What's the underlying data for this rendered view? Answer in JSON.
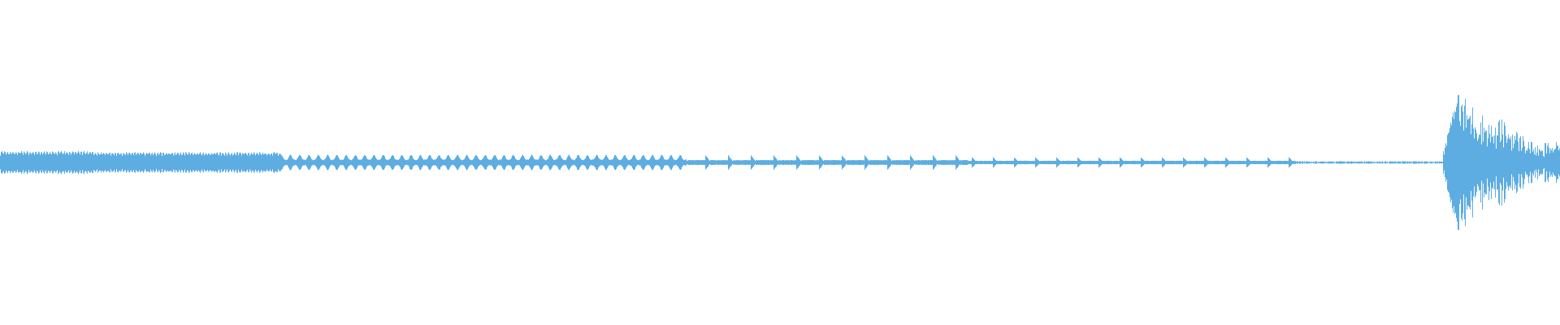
{
  "waveform": {
    "color": "#5DADE2",
    "background": "#ffffff",
    "amplitude_profile": {
      "comment_free_values": true,
      "segments": [
        {
          "start": 0.0,
          "end": 0.06,
          "level": 0.055,
          "pattern": "dense"
        },
        {
          "start": 0.06,
          "end": 0.18,
          "level": 0.05,
          "pattern": "dense"
        },
        {
          "start": 0.18,
          "end": 0.44,
          "level": 0.04,
          "pattern": "pulsed"
        },
        {
          "start": 0.44,
          "end": 0.62,
          "level": 0.035,
          "pattern": "pulsed-sparse"
        },
        {
          "start": 0.62,
          "end": 0.83,
          "level": 0.025,
          "pattern": "pulsed-sparse"
        },
        {
          "start": 0.83,
          "end": 0.925,
          "level": 0.01,
          "pattern": "faint"
        },
        {
          "start": 0.925,
          "end": 0.935,
          "level": 0.12,
          "pattern": "attack"
        },
        {
          "start": 0.935,
          "end": 0.96,
          "level": 0.52,
          "pattern": "burst"
        },
        {
          "start": 0.96,
          "end": 0.99,
          "level": 0.26,
          "pattern": "decay"
        },
        {
          "start": 0.99,
          "end": 1.0,
          "level": 0.12,
          "pattern": "tail"
        }
      ]
    }
  }
}
